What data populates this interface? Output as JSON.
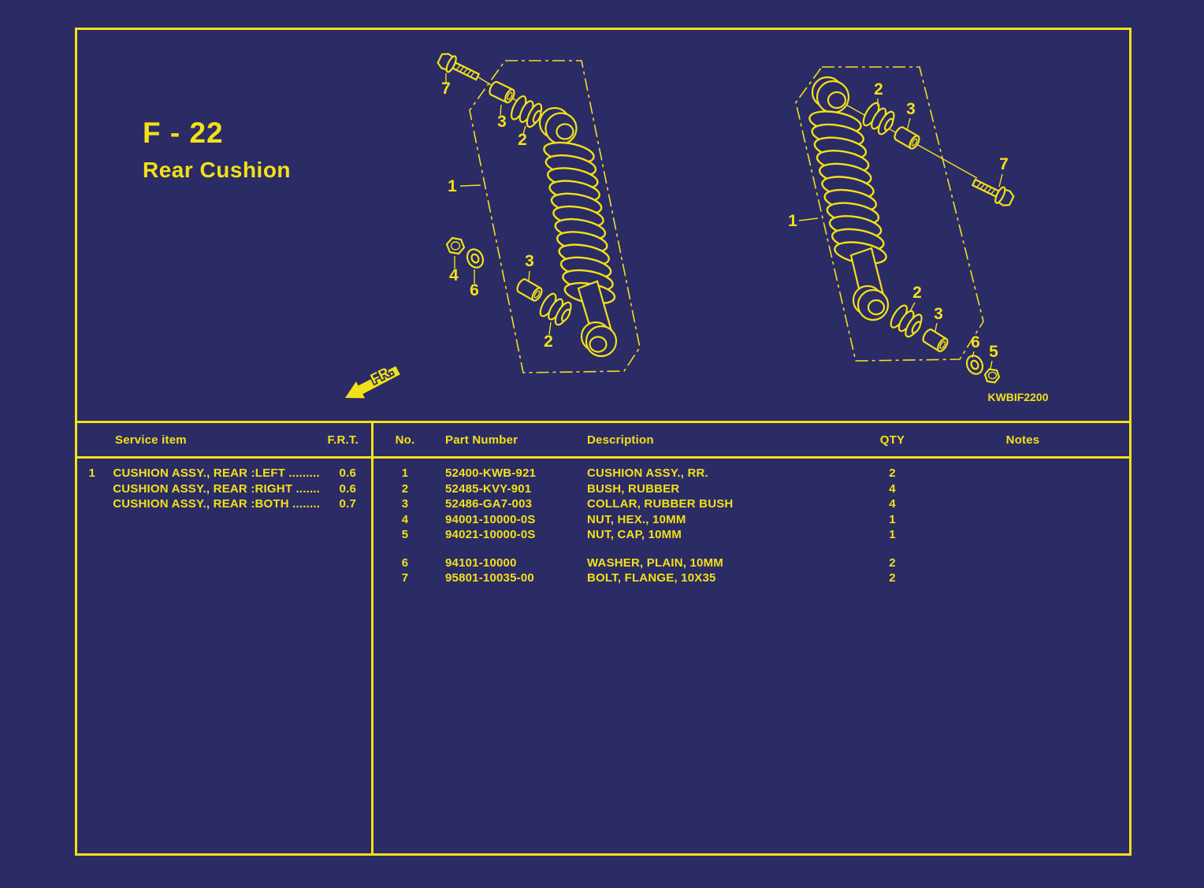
{
  "colors": {
    "background": "#2b2b66",
    "accent": "#f2e118"
  },
  "page": {
    "code": "F - 22",
    "title": "Rear Cushion",
    "diagram_code": "KWBIF2200",
    "fr_label": "FR."
  },
  "callouts": {
    "c1": "1",
    "c2": "2",
    "c3": "3",
    "c4": "4",
    "c5": "5",
    "c6": "6",
    "c7": "7"
  },
  "service_table": {
    "header": {
      "item": "Service item",
      "frt": "F.R.T."
    },
    "rows": [
      {
        "ref": "1",
        "name": "CUSHION ASSY., REAR :LEFT .........",
        "frt": "0.6"
      },
      {
        "ref": "",
        "name": "CUSHION ASSY., REAR :RIGHT .......",
        "frt": "0.6"
      },
      {
        "ref": "",
        "name": "CUSHION ASSY., REAR :BOTH ........",
        "frt": "0.7"
      }
    ]
  },
  "parts_table": {
    "header": {
      "no": "No.",
      "part_number": "Part Number",
      "description": "Description",
      "qty": "QTY",
      "notes": "Notes"
    },
    "rows": [
      {
        "no": "1",
        "part_number": "52400-KWB-921",
        "description": "CUSHION ASSY., RR.",
        "qty": "2"
      },
      {
        "no": "2",
        "part_number": "52485-KVY-901",
        "description": "BUSH, RUBBER",
        "qty": "4"
      },
      {
        "no": "3",
        "part_number": "52486-GA7-003",
        "description": "COLLAR, RUBBER BUSH",
        "qty": "4"
      },
      {
        "no": "4",
        "part_number": "94001-10000-0S",
        "description": "NUT, HEX., 10MM",
        "qty": "1"
      },
      {
        "no": "5",
        "part_number": "94021-10000-0S",
        "description": "NUT, CAP, 10MM",
        "qty": "1"
      },
      {
        "no": "6",
        "part_number": "94101-10000",
        "description": "WASHER, PLAIN, 10MM",
        "qty": "2"
      },
      {
        "no": "7",
        "part_number": "95801-10035-00",
        "description": "BOLT, FLANGE, 10X35",
        "qty": "2"
      }
    ]
  }
}
